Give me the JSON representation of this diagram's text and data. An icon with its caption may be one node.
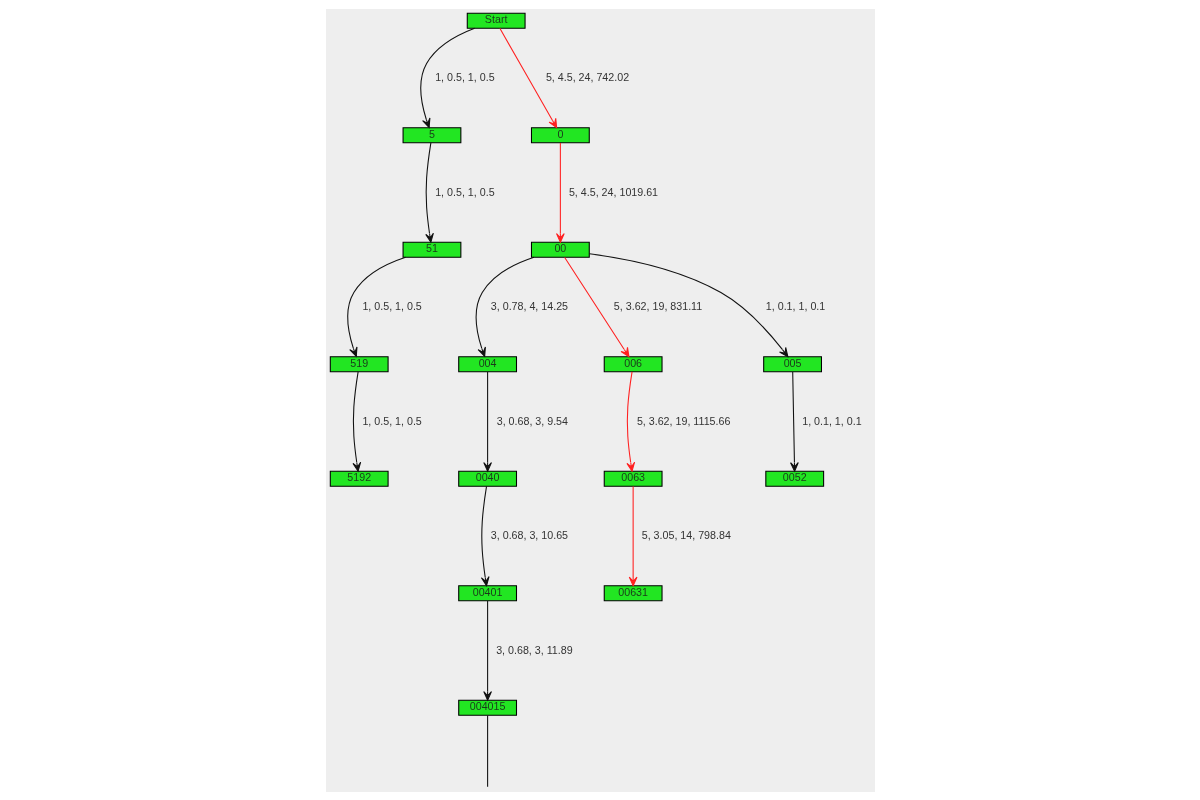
{
  "diagram": {
    "nodes": [
      {
        "text": [
          "Start"
        ]
      },
      {
        "text": [
          "5"
        ]
      },
      {
        "text": [
          "0"
        ]
      },
      {
        "text": [
          "51"
        ]
      },
      {
        "text": [
          "00"
        ]
      },
      {
        "text": [
          "519"
        ]
      },
      {
        "text": [
          "004"
        ]
      },
      {
        "text": [
          "006"
        ]
      },
      {
        "text": [
          "005"
        ]
      },
      {
        "text": [
          "5192"
        ]
      },
      {
        "text": [
          "0040"
        ]
      },
      {
        "text": [
          "0063"
        ]
      },
      {
        "text": [
          "0052"
        ]
      },
      {
        "text": [
          "00401"
        ]
      },
      {
        "text": [
          "00631"
        ]
      },
      {
        "text": [
          "004015"
        ]
      }
    ],
    "edges": [
      {
        "from": 0,
        "to": 1,
        "arrow": "to",
        "label": "1, 0.5, 1, 0.5"
      },
      {
        "from": 0,
        "to": 2,
        "arrow": "to",
        "label": "5, 4.5, 24, 742.02",
        "color": "#ff2020"
      },
      {
        "from": 1,
        "to": 3,
        "arrow": "to",
        "label": "1, 0.5, 1, 0.5"
      },
      {
        "from": 2,
        "to": 4,
        "arrow": "to",
        "label": "5, 4.5, 24, 1019.61",
        "color": "#ff2020"
      },
      {
        "from": 3,
        "to": 5,
        "arrow": "to",
        "label": "1, 0.5, 1, 0.5"
      },
      {
        "from": 4,
        "to": 6,
        "arrow": "to",
        "label": "3, 0.78, 4, 14.25"
      },
      {
        "from": 4,
        "to": 7,
        "arrow": "to",
        "label": "5, 3.62, 19, 831.11",
        "color": "#ff2020"
      },
      {
        "from": 4,
        "to": 8,
        "arrow": "to",
        "label": "1, 0.1, 1, 0.1"
      },
      {
        "from": 5,
        "to": 9,
        "arrow": "to",
        "label": "1, 0.5, 1, 0.5"
      },
      {
        "from": 6,
        "to": 10,
        "arrow": "to",
        "label": "3, 0.68, 3, 9.54"
      },
      {
        "from": 7,
        "to": 11,
        "arrow": "to",
        "label": "5, 3.62, 19, 1115.66",
        "color": "#ff2020"
      },
      {
        "from": 8,
        "to": 12,
        "arrow": "to",
        "label": "1, 0.1, 1, 0.1"
      },
      {
        "from": 10,
        "to": 13,
        "arrow": "to",
        "label": "3, 0.68, 3, 10.65"
      },
      {
        "from": 11,
        "to": 14,
        "arrow": "to",
        "label": "5, 3.05, 14, 798.84",
        "color": "#ff2020"
      },
      {
        "from": 13,
        "to": 15,
        "arrow": "to",
        "label": "3, 0.68, 3, 11.89"
      },
      {
        "from": 15,
        "to": null,
        "arrow": "none"
      }
    ]
  }
}
